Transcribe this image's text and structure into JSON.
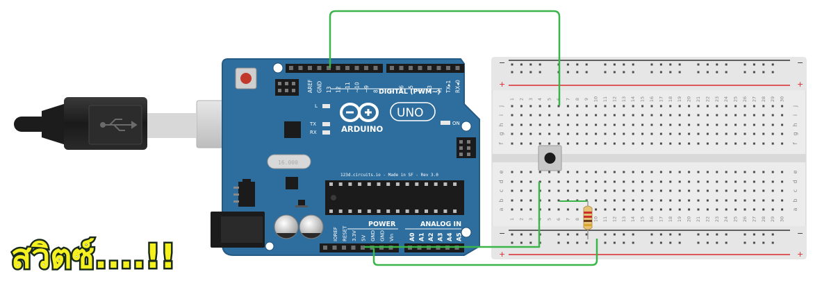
{
  "caption": "สวิตซ์....!!",
  "board": {
    "name": "ARDUINO",
    "model": "UNO",
    "credit": "123d.circuits.io - Made in SF - Rev 3.0",
    "digital_label": "DIGITAL (PWM~)",
    "power_label": "POWER",
    "analog_label": "ANALOG IN",
    "led_l": "L",
    "led_tx": "TX",
    "led_rx": "RX",
    "led_on": "ON",
    "crystal": "16.000",
    "top_pins": [
      "AREF",
      "GND",
      "13",
      "12",
      "~11",
      "~10",
      "~9",
      "8",
      "7",
      "~6",
      "~5",
      "4",
      "~3",
      "2",
      "TX▸1",
      "RX◂0"
    ],
    "power_pins": [
      "IOREF",
      "RESET",
      "3.3V",
      "5V",
      "GND",
      "GND",
      "Vin"
    ],
    "analog_pins": [
      "A0",
      "A1",
      "A2",
      "A3",
      "A4",
      "A5"
    ]
  },
  "breadboard": {
    "columns": 30,
    "row_letters_top": [
      "j",
      "i",
      "h",
      "g",
      "f"
    ],
    "row_letters_bottom": [
      "e",
      "d",
      "c",
      "b",
      "a"
    ],
    "rail_minus": "−",
    "rail_plus": "+"
  },
  "colors": {
    "board": "#2e6e9e",
    "board_edge": "#255a84",
    "wire": "#3bb54a",
    "rail_red": "#d9292b",
    "rail_dark": "#333333",
    "caption_fill": "#f5f020",
    "caption_stroke": "#1a2a1a"
  },
  "components": [
    "usb-cable",
    "pushbutton",
    "resistor"
  ]
}
